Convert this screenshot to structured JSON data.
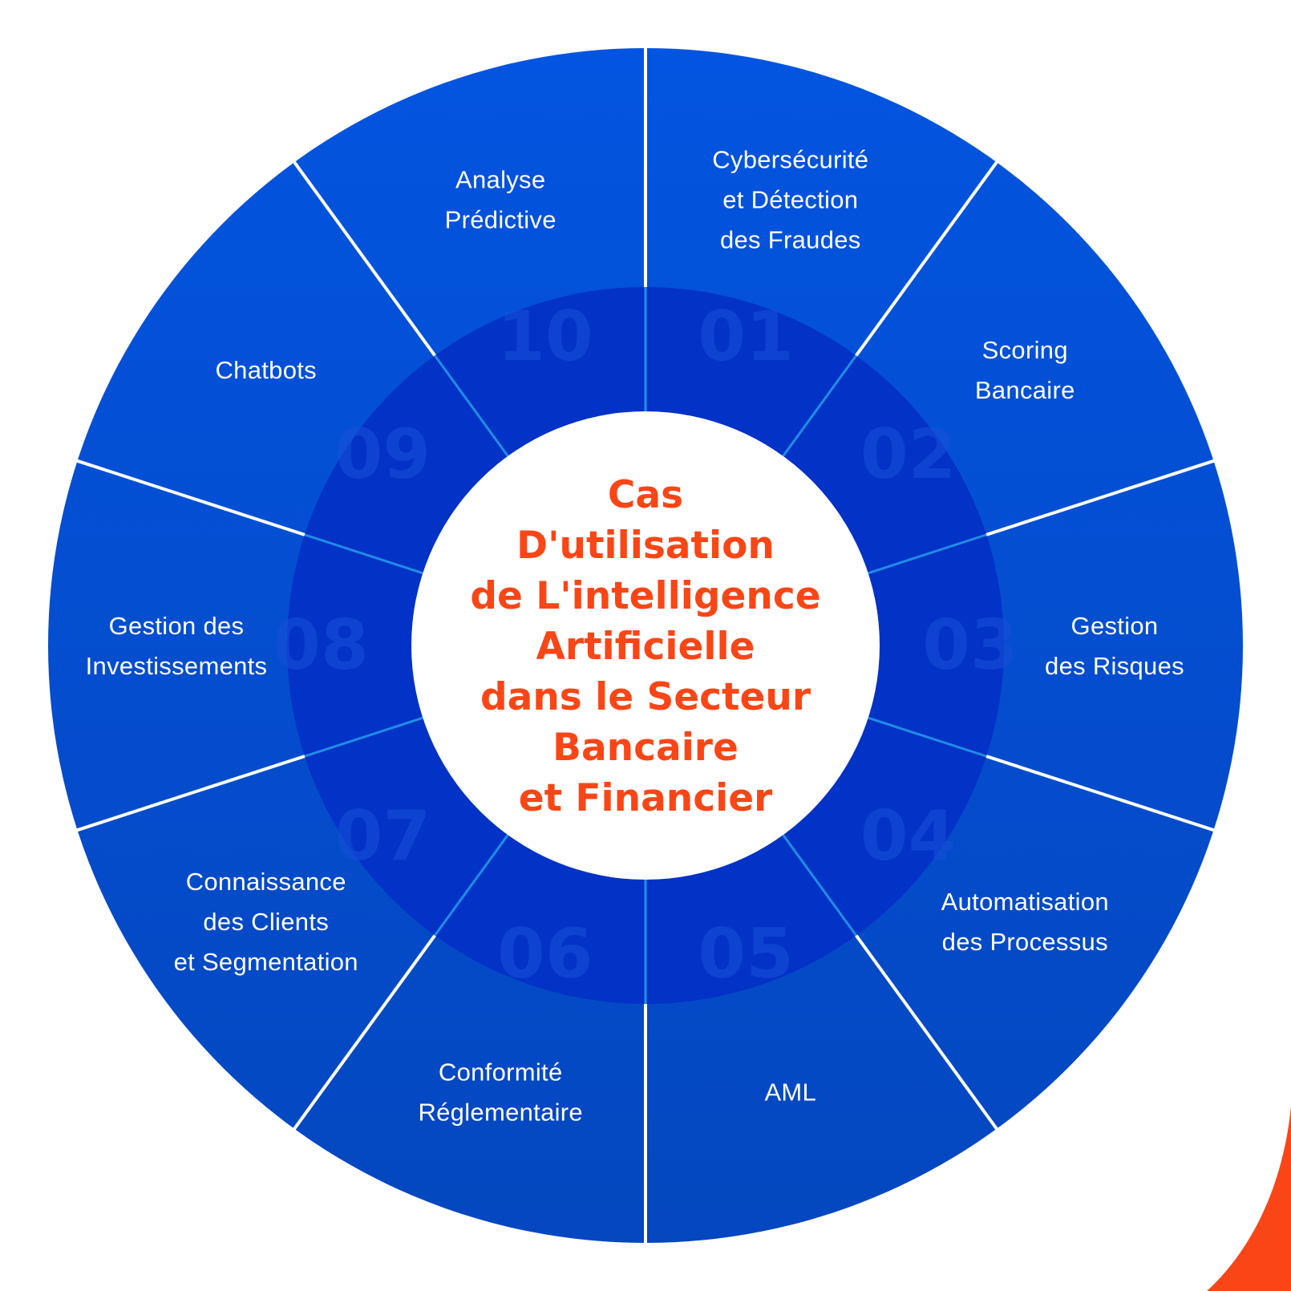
{
  "center": {
    "title_lines": [
      "Cas",
      "D'utilisation",
      "de L'intelligence",
      "Artificielle",
      "dans le Secteur",
      "Bancaire",
      "et Financier"
    ]
  },
  "segments": [
    {
      "number": "01",
      "label_lines": [
        "Cybersécurité",
        "et Détection",
        "des Fraudes"
      ]
    },
    {
      "number": "02",
      "label_lines": [
        "Scoring",
        "Bancaire"
      ]
    },
    {
      "number": "03",
      "label_lines": [
        "Gestion",
        "des Risques"
      ]
    },
    {
      "number": "04",
      "label_lines": [
        "Automatisation",
        "des Processus"
      ]
    },
    {
      "number": "05",
      "label_lines": [
        "AML"
      ]
    },
    {
      "number": "06",
      "label_lines": [
        "Conformité",
        "Réglementaire"
      ]
    },
    {
      "number": "07",
      "label_lines": [
        "Connaissance",
        "des Clients",
        "et Segmentation"
      ]
    },
    {
      "number": "08",
      "label_lines": [
        "Gestion des",
        "Investissements"
      ]
    },
    {
      "number": "09",
      "label_lines": [
        "Chatbots"
      ]
    },
    {
      "number": "10",
      "label_lines": [
        "Analyse",
        "Prédictive"
      ]
    }
  ],
  "colors": {
    "outer_ring_top": "#0354e0",
    "outer_ring_bottom": "#0447bf",
    "inner_ring": "#0332c6",
    "center_disc": "#ffffff",
    "title": "#fa4616",
    "label": "#ffffff",
    "accent_corner": "#fa4616",
    "outer_divider": "#ffffff",
    "inner_divider": "#1e8ee6"
  }
}
